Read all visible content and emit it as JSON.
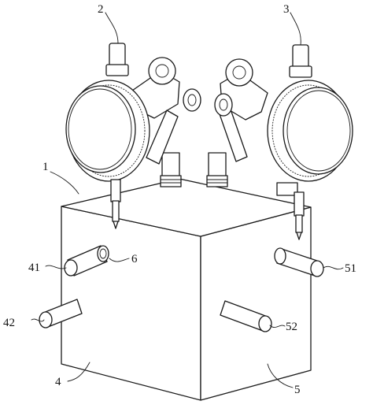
{
  "labels": {
    "l1": "1",
    "l2": "2",
    "l3": "3",
    "l4": "4",
    "l5": "5",
    "l6": "6",
    "l41": "41",
    "l42": "42",
    "l51": "51",
    "l52": "52"
  }
}
